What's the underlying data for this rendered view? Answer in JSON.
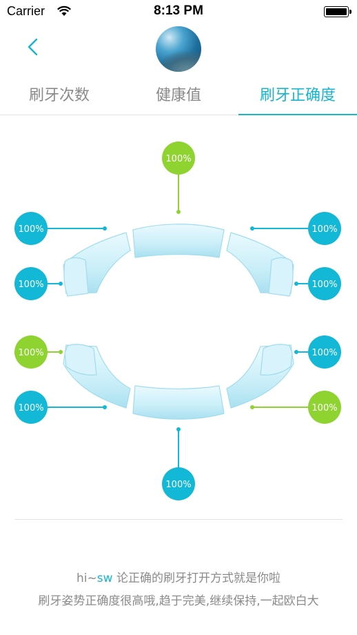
{
  "status_bar": {
    "carrier": "Carrier",
    "time": "8:13 PM"
  },
  "nav": {
    "back": "back",
    "avatar": "avatar"
  },
  "tabs": [
    {
      "label": "刷牙次数",
      "active": false
    },
    {
      "label": "健康值",
      "active": false
    },
    {
      "label": "刷牙正确度",
      "active": true
    }
  ],
  "colors": {
    "accent": "#14b5cf",
    "blue": "#12b8d5",
    "green": "#8ed330",
    "tooth": "#cfeef7"
  },
  "markers": {
    "upper_top": {
      "value": "100%",
      "color": "green"
    },
    "upper_left_back": {
      "value": "100%",
      "color": "blue"
    },
    "upper_left_side": {
      "value": "100%",
      "color": "blue"
    },
    "upper_right_back": {
      "value": "100%",
      "color": "blue"
    },
    "upper_right_side": {
      "value": "100%",
      "color": "blue"
    },
    "lower_left_side": {
      "value": "100%",
      "color": "green"
    },
    "lower_left_back": {
      "value": "100%",
      "color": "blue"
    },
    "lower_right_side": {
      "value": "100%",
      "color": "blue"
    },
    "lower_right_back": {
      "value": "100%",
      "color": "green"
    },
    "lower_bottom": {
      "value": "100%",
      "color": "blue"
    }
  },
  "message": {
    "line1_prefix": "hi~",
    "name": "sw",
    "line1_suffix": " 论正确的刷牙打开方式就是你啦",
    "line2": "刷牙姿势正确度很高哦,趋于完美,继续保持,一起欧白大"
  }
}
